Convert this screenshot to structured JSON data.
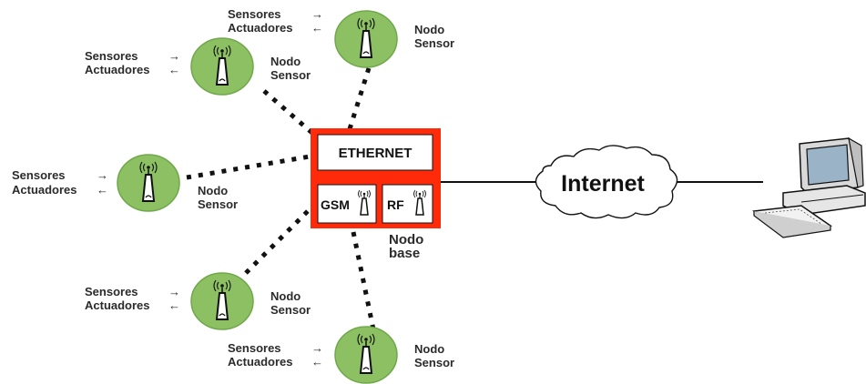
{
  "colors": {
    "node_fill": "#8cc063",
    "node_stroke": "#6fa84a",
    "base_red": "#ff2a0a",
    "link": "#111111"
  },
  "icons": {
    "node": "antenna-icon",
    "computer": "desktop-computer-icon",
    "cloud": "cloud-icon"
  },
  "sensor_nodes": [
    {
      "sensores": "Sensores",
      "actuadores": "Actuadores",
      "nodo": "Nodo",
      "sensor": "Sensor",
      "arrow_in": "→",
      "arrow_out": "←"
    },
    {
      "sensores": "Sensores",
      "actuadores": "Actuadores",
      "nodo": "Nodo",
      "sensor": "Sensor",
      "arrow_in": "→",
      "arrow_out": "←"
    },
    {
      "sensores": "Sensores",
      "actuadores": "Actuadores",
      "nodo": "Nodo",
      "sensor": "Sensor",
      "arrow_in": "→",
      "arrow_out": "←"
    },
    {
      "sensores": "Sensores",
      "actuadores": "Actuadores",
      "nodo": "Nodo",
      "sensor": "Sensor",
      "arrow_in": "→",
      "arrow_out": "←"
    },
    {
      "sensores": "Sensores",
      "actuadores": "Actuadores",
      "nodo": "Nodo",
      "sensor": "Sensor",
      "arrow_in": "→",
      "arrow_out": "←"
    }
  ],
  "base_node": {
    "ethernet": "ETHERNET",
    "gsm": "GSM",
    "rf": "RF",
    "label_line1": "Nodo",
    "label_line2": "base"
  },
  "internet": {
    "label": "Internet"
  }
}
